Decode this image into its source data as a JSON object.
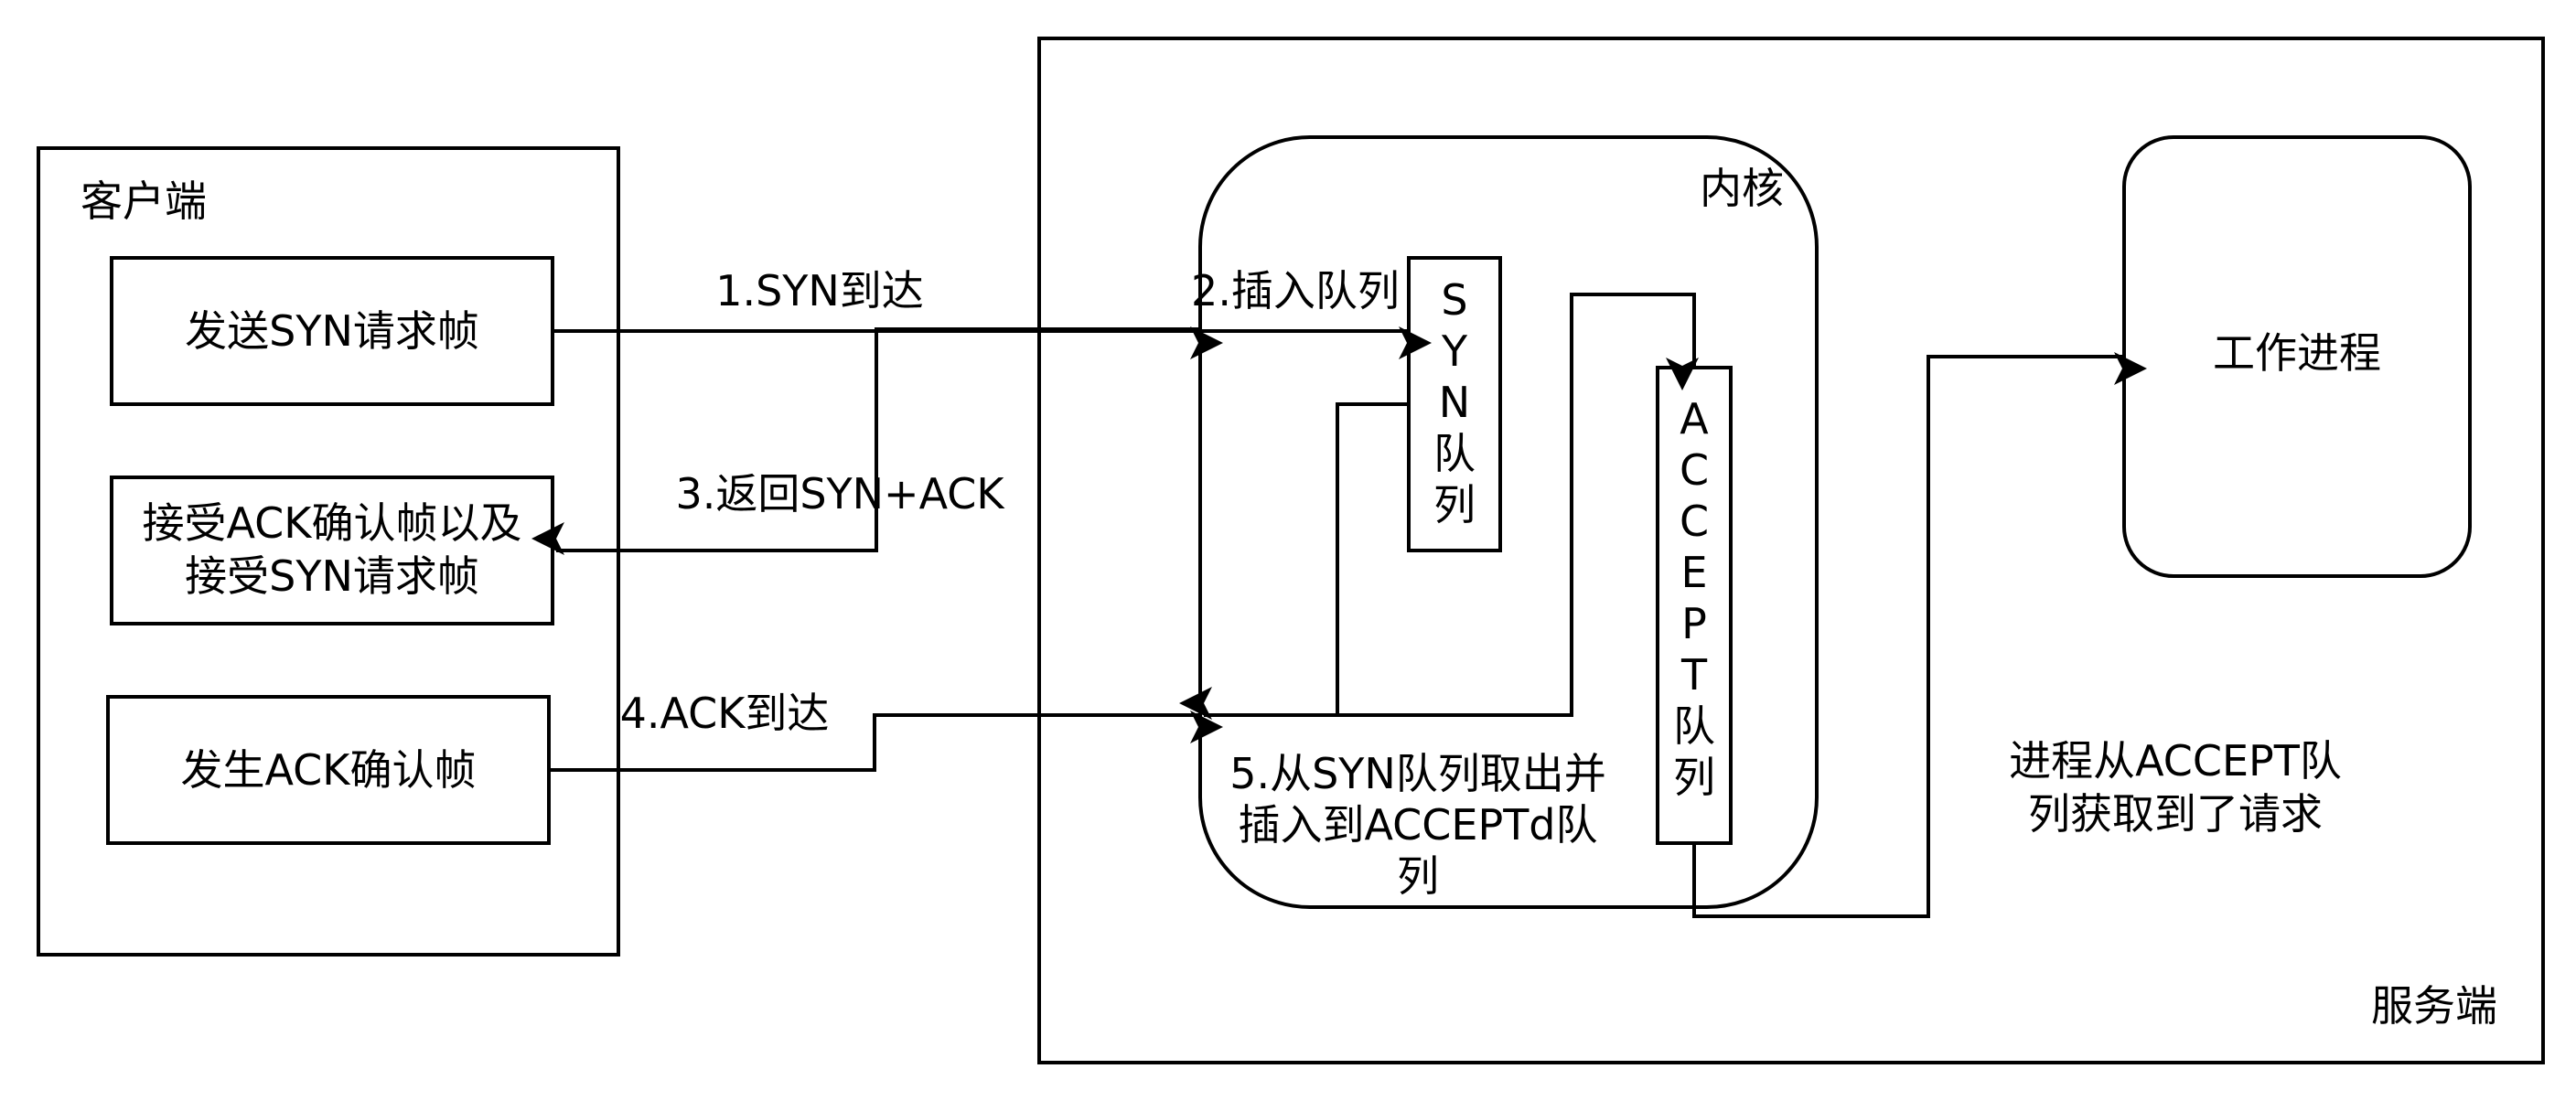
{
  "client": {
    "title": "客户端",
    "send_syn": "发送SYN请求帧",
    "recv_line1": "接受ACK确认帧以及",
    "recv_line2": "接受SYN请求帧",
    "send_ack": "发生ACK确认帧"
  },
  "server": {
    "title": "服务端",
    "kernel": "内核",
    "worker": "工作进程",
    "syn_queue_chars": [
      "S",
      "Y",
      "N",
      "队",
      "列"
    ],
    "accept_queue_chars": [
      "A",
      "C",
      "C",
      "E",
      "P",
      "T",
      "队",
      "列"
    ],
    "worker_note_line1": "进程从ACCEPT队",
    "worker_note_line2": "列获取到了请求"
  },
  "steps": {
    "s1": "1.SYN到达",
    "s2": "2.插入队列",
    "s3": "3.返回SYN+ACK",
    "s4": "4.ACK到达",
    "s5_line1": "5.从SYN队列取出并",
    "s5_line2": "插入到ACCEPTd队",
    "s5_line3": "列"
  }
}
